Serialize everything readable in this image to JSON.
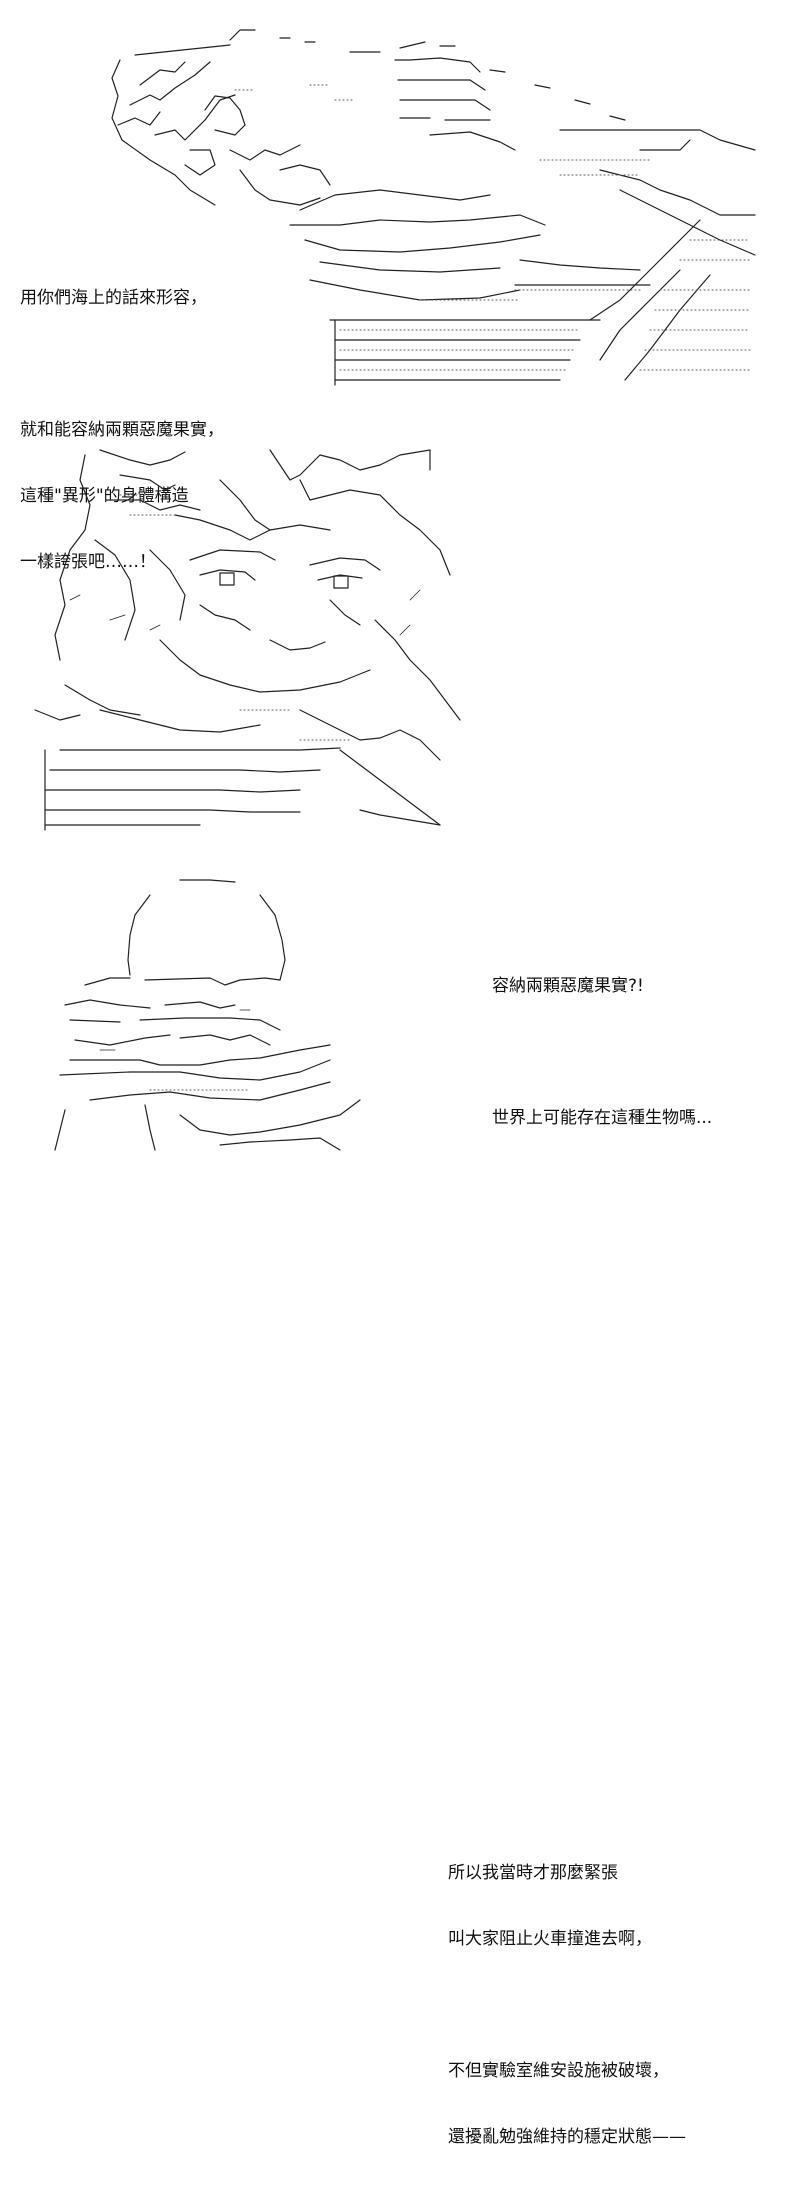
{
  "panels": [
    {
      "art": "ascii-ship-deck-scene",
      "caption": [
        "用你們海上的話來形容，",
        "",
        "就和能容納兩顆惡魔果實，",
        "這種\"異形\"的身體構造",
        "一樣誇張吧……！"
      ]
    },
    {
      "art": "ascii-character-closeup",
      "caption": [
        "容納兩顆惡魔果實?!",
        "",
        "世界上可能存在這種生物嗎..."
      ]
    },
    {
      "art": "ascii-character-with-glasses",
      "caption": [
        "所以我當時才那麼緊張",
        "叫大家阻止火車撞進去啊，",
        "",
        "不但實驗室維安設施被破壞，",
        "還擾亂勉強維持的穩定狀態——"
      ]
    }
  ]
}
